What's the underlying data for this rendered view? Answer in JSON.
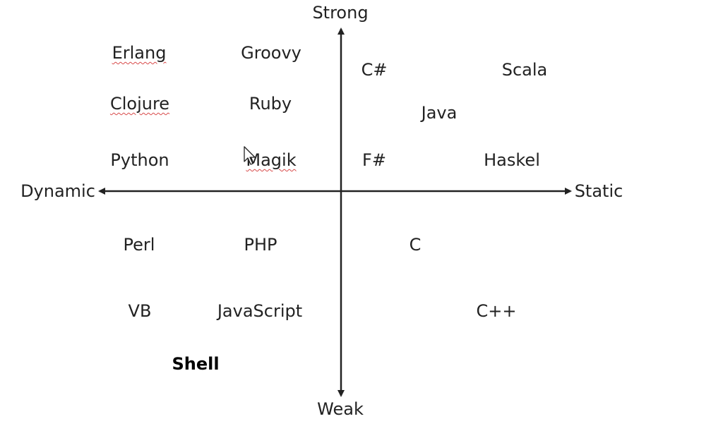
{
  "axes": {
    "top": "Strong",
    "bottom": "Weak",
    "left": "Dynamic",
    "right": "Static"
  },
  "languages": [
    {
      "name": "Erlang",
      "squiggle": true
    },
    {
      "name": "Groovy"
    },
    {
      "name": "C#"
    },
    {
      "name": "Scala"
    },
    {
      "name": "Clojure",
      "squiggle": true
    },
    {
      "name": "Ruby"
    },
    {
      "name": "Java"
    },
    {
      "name": "Python"
    },
    {
      "name": "Magik",
      "squiggle": true
    },
    {
      "name": "F#"
    },
    {
      "name": "Haskel"
    },
    {
      "name": "Perl"
    },
    {
      "name": "PHP"
    },
    {
      "name": "C"
    },
    {
      "name": "VB"
    },
    {
      "name": "JavaScript"
    },
    {
      "name": "C++"
    },
    {
      "name": "Shell",
      "bold": true
    }
  ]
}
